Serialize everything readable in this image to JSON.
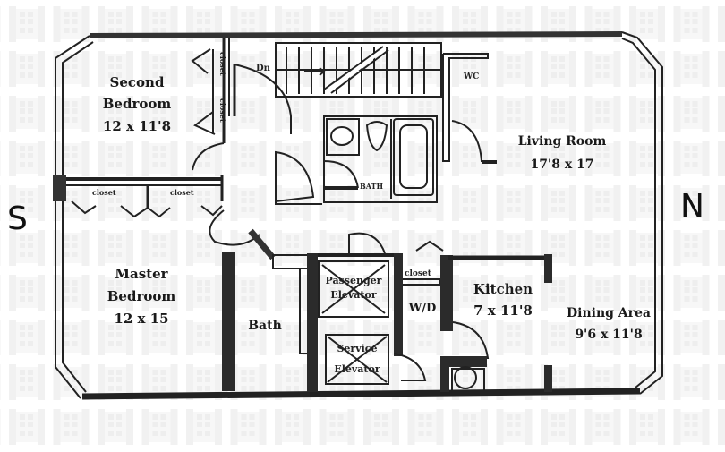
{
  "plan": {
    "rooms": [
      {
        "id": "second-bedroom",
        "name": "Second",
        "name2": "Bedroom",
        "dims": "12 x 11'8"
      },
      {
        "id": "living-room",
        "name": "Living Room",
        "dims": "17'8 x 17"
      },
      {
        "id": "master-bedroom",
        "name": "Master",
        "name2": "Bedroom",
        "dims": "12 x 15"
      },
      {
        "id": "bath",
        "name": "Bath"
      },
      {
        "id": "kitchen",
        "name": "Kitchen",
        "dims": "7 x 11'8"
      },
      {
        "id": "dining-area",
        "name": "Dining Area",
        "dims": "9'6 x 11'8"
      }
    ],
    "small_labels": {
      "closet_a": "closet",
      "closet_b": "closet",
      "closet_c": "closet",
      "closet_d": "closet",
      "closet_e": "closet",
      "wc": "WC",
      "bath_upper": "BATH",
      "dn": "Dn",
      "wd": "W/D"
    },
    "elevators": {
      "passenger_1": "Passenger",
      "passenger_2": "Elevator",
      "service_1": "Service",
      "service_2": "Elevator"
    },
    "compass": {
      "south": "S",
      "north": "N"
    },
    "colors": {
      "ink": "#1a1a1a",
      "wall": "#2b2b2b",
      "watermark": "#f0f0f0"
    }
  }
}
